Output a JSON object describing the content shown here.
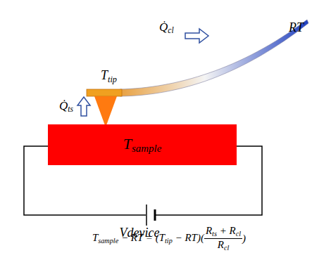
{
  "diagram": {
    "nodes": [
      {
        "text": [
          "Tsample"
        ]
      }
    ],
    "labels": [
      "Ttip",
      "Q̇ts",
      "Q̇cl",
      "RT",
      "Vdevice",
      "Tsample − RT = (Ttip − RT)(",
      "Rts + Rcl",
      "Rcl",
      ")"
    ]
  }
}
